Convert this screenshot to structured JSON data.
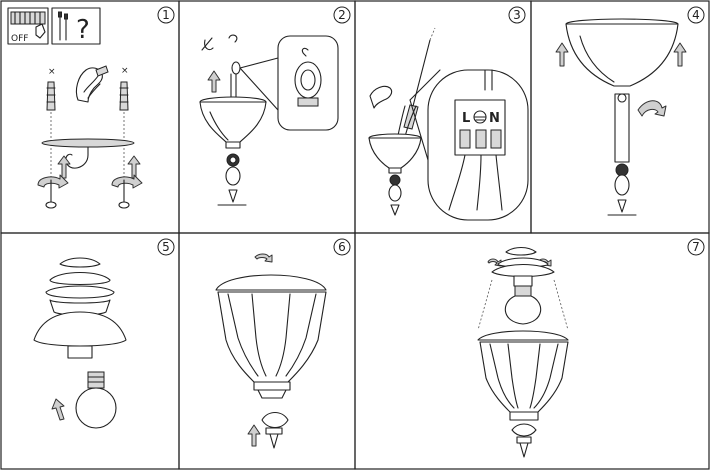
{
  "steps": [
    {
      "number": "1"
    },
    {
      "number": "2"
    },
    {
      "number": "3"
    },
    {
      "number": "4"
    },
    {
      "number": "5"
    },
    {
      "number": "6"
    },
    {
      "number": "7"
    }
  ],
  "labels": {
    "breaker_off": "OFF",
    "question_mark": "?",
    "live": "L",
    "neutral": "N",
    "screw_mark": "×"
  }
}
